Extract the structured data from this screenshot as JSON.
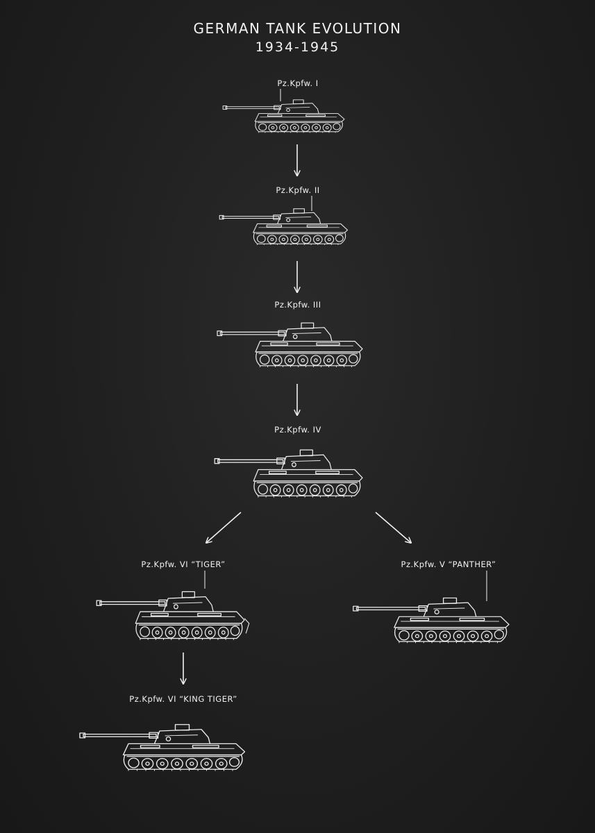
{
  "header": {
    "title": "GERMAN TANK EVOLUTION",
    "years": "1934-1945"
  },
  "tanks": [
    {
      "id": "pz1",
      "label": "Pz.Kpfw. I"
    },
    {
      "id": "pz2",
      "label": "Pz.Kpfw. II"
    },
    {
      "id": "pz3",
      "label": "Pz.Kpfw. III"
    },
    {
      "id": "pz4",
      "label": "Pz.Kpfw. IV"
    },
    {
      "id": "tiger",
      "label": "Pz.Kpfw. VI “TIGER”"
    },
    {
      "id": "panther",
      "label": "Pz.Kpfw. V “PANTHER”"
    },
    {
      "id": "kingtiger",
      "label": "Pz.Kpfw. VI “KING TIGER”"
    }
  ],
  "connections": [
    {
      "from": "pz1",
      "to": "pz2"
    },
    {
      "from": "pz2",
      "to": "pz3"
    },
    {
      "from": "pz3",
      "to": "pz4"
    },
    {
      "from": "pz4",
      "to": "tiger"
    },
    {
      "from": "pz4",
      "to": "panther"
    },
    {
      "from": "tiger",
      "to": "kingtiger"
    }
  ],
  "colors": {
    "background": "#1f1f1f",
    "line": "#f2f2f2"
  }
}
